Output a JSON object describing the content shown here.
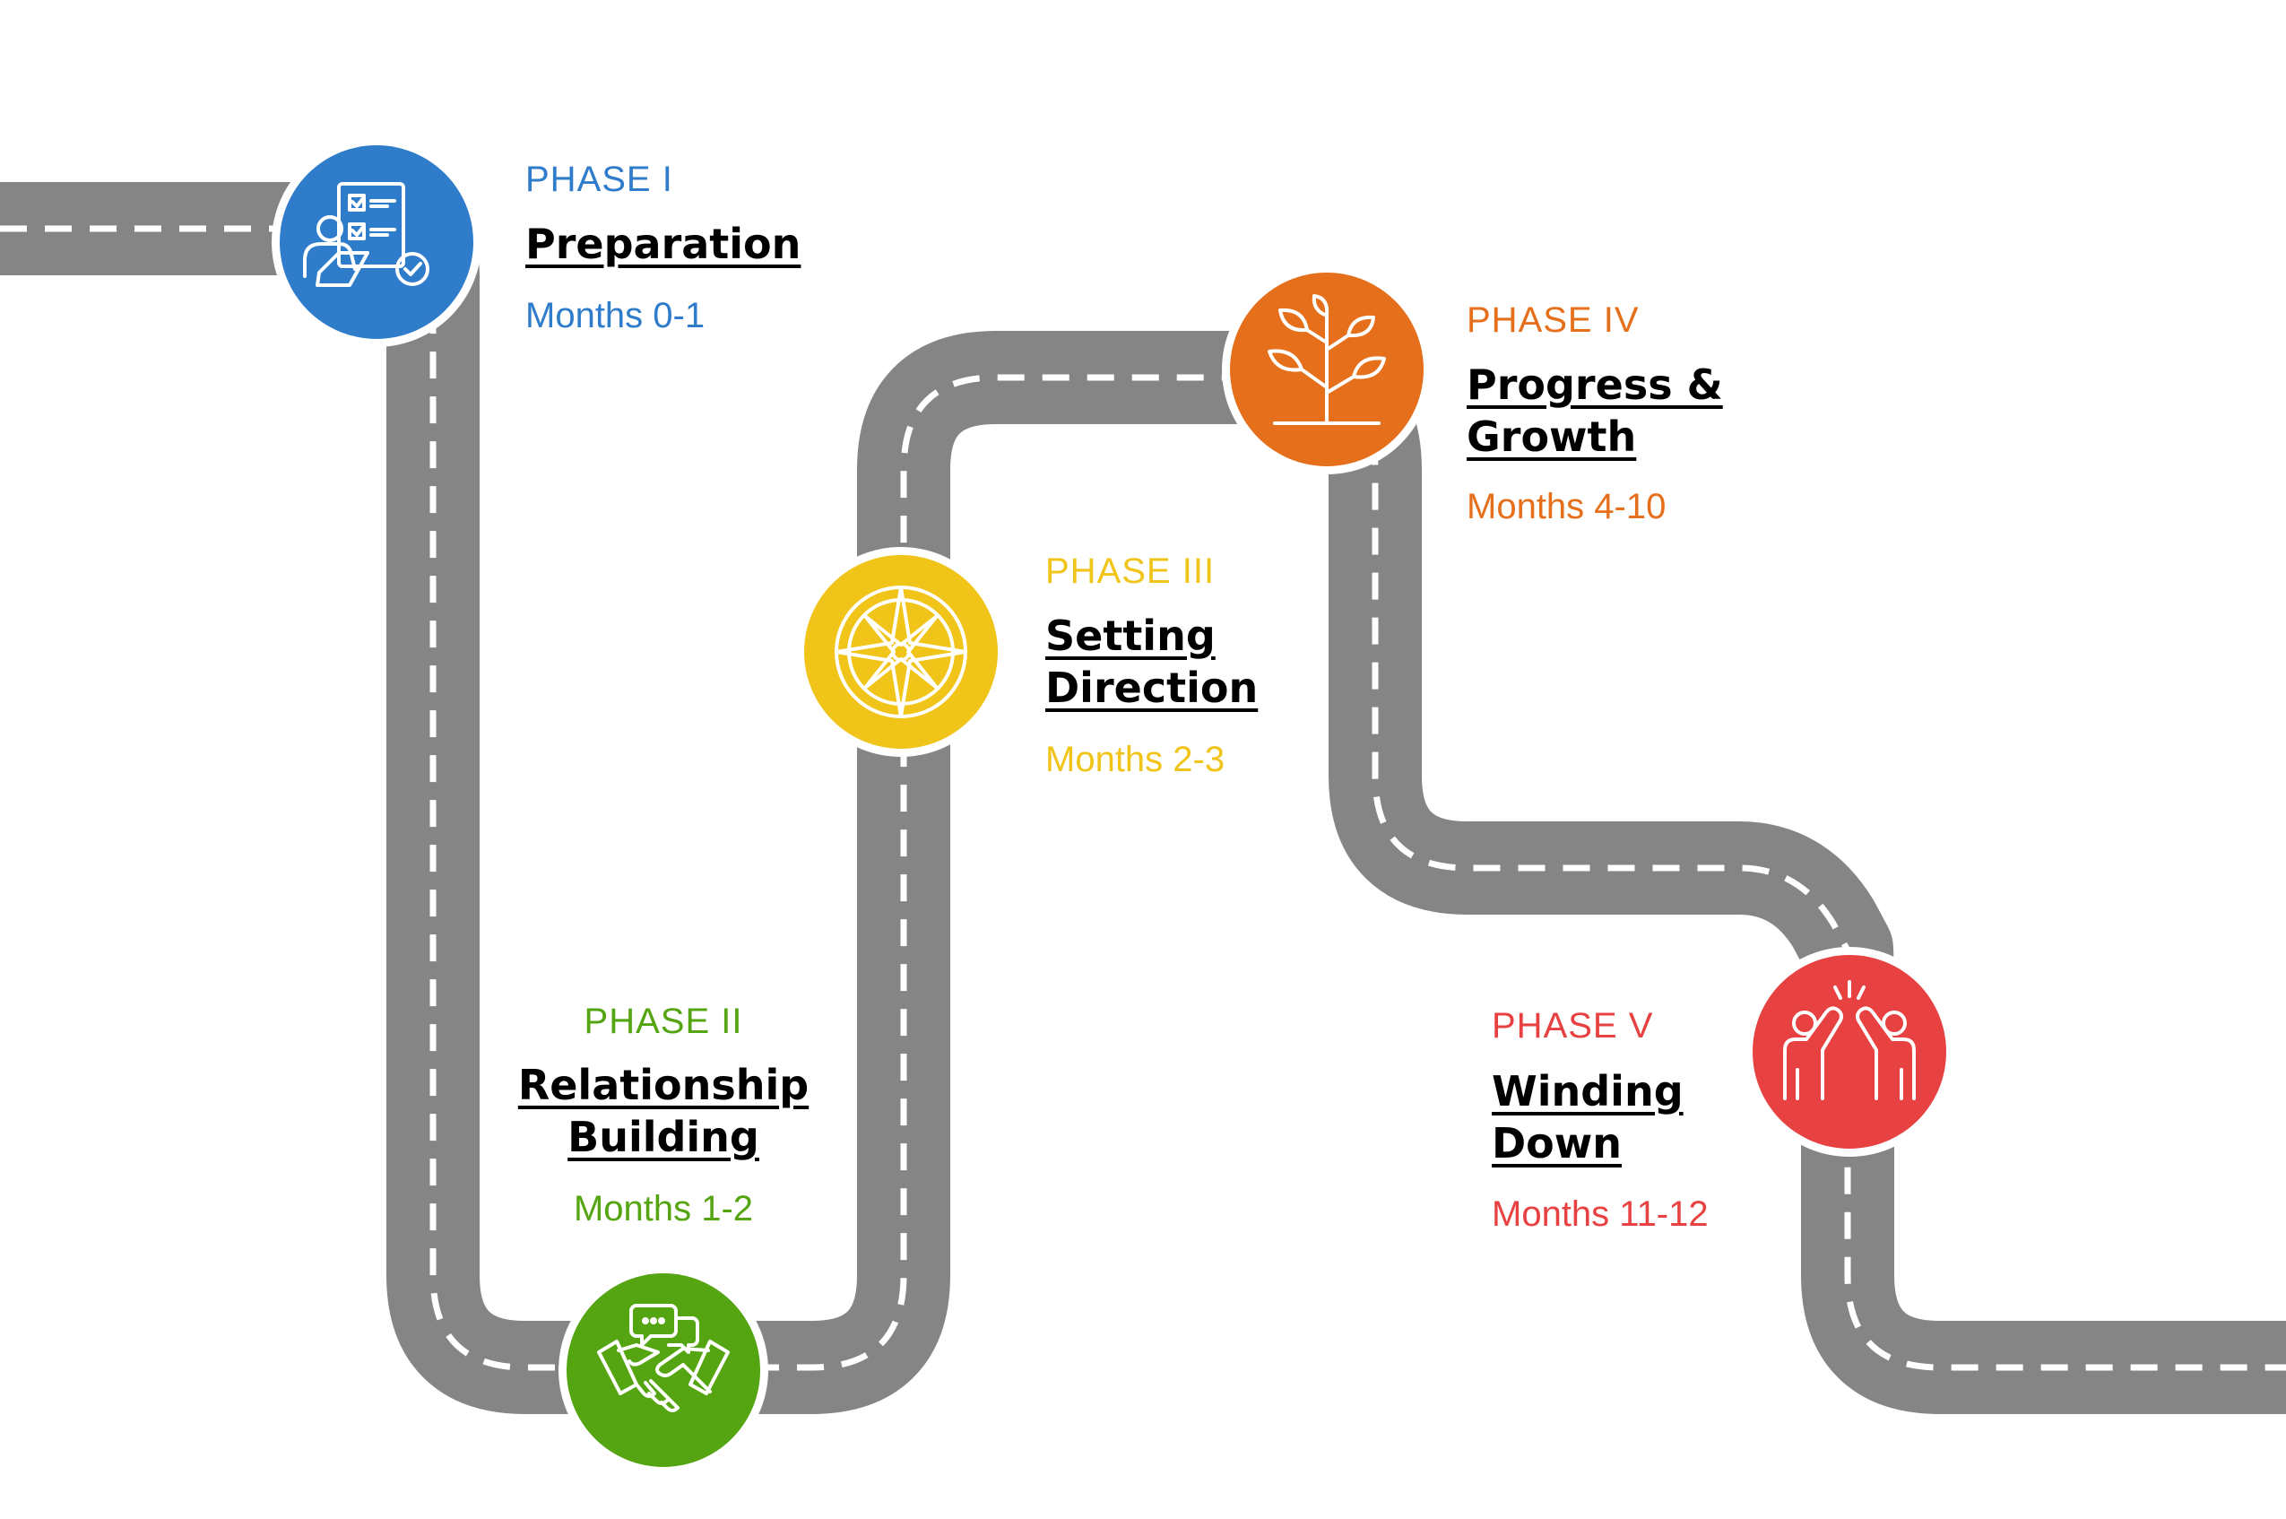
{
  "phases": [
    {
      "label": "PHASE I",
      "title_lines": [
        "Preparation"
      ],
      "months": "Months 0-1",
      "color": "#2F7CCB",
      "icon": "checklist-person-icon"
    },
    {
      "label": "PHASE II",
      "title_lines": [
        "Relationship",
        "Building"
      ],
      "months": "Months 1-2",
      "color": "#55A512",
      "icon": "handshake-chat-icon"
    },
    {
      "label": "PHASE III",
      "title_lines": [
        "Setting",
        "Direction"
      ],
      "months": "Months 2-3",
      "color": "#F0C419",
      "icon": "compass-icon"
    },
    {
      "label": "PHASE IV",
      "title_lines": [
        "Progress &",
        "Growth"
      ],
      "months": "Months 4-10",
      "color": "#E56F1B",
      "icon": "growing-plant-icon"
    },
    {
      "label": "PHASE V",
      "title_lines": [
        "Winding",
        "Down"
      ],
      "months": "Months 11-12",
      "color": "#E84141",
      "icon": "high-five-icon"
    }
  ],
  "road_color": "#858585",
  "lane_color": "#ffffff"
}
